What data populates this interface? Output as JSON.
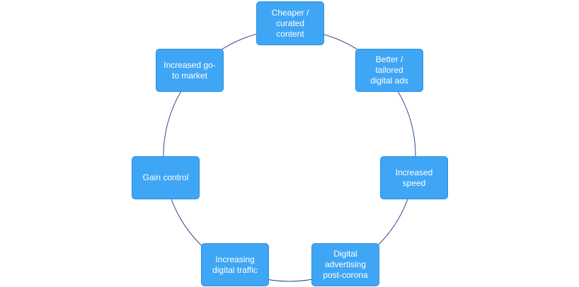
{
  "diagram": {
    "type": "cycle",
    "ring_color": "#2f4b8f",
    "node_color": "#3fa6f5",
    "text_color": "#ffffff",
    "nodes": [
      {
        "label": "Cheaper /\ncurated\ncontent"
      },
      {
        "label": "Better /\ntailored\ndigital ads"
      },
      {
        "label": "Increased\nspeed"
      },
      {
        "label": "Digital\nadvertising\npost-corona"
      },
      {
        "label": "Increasing\ndigital traffic"
      },
      {
        "label": "Gain control"
      },
      {
        "label": "Increased go-\nto market"
      }
    ]
  }
}
